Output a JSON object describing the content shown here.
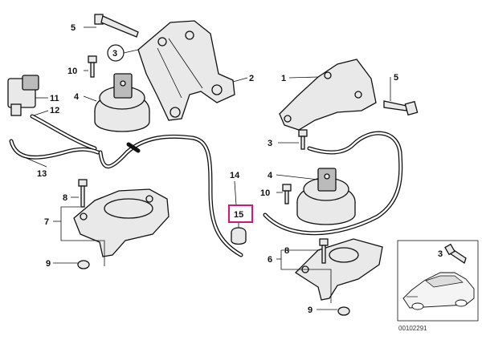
{
  "callouts": [
    {
      "id": "c1",
      "text": "1"
    },
    {
      "id": "c2",
      "text": "2"
    },
    {
      "id": "c3a",
      "text": "3"
    },
    {
      "id": "c3b",
      "text": "3"
    },
    {
      "id": "c3c",
      "text": "3"
    },
    {
      "id": "c4a",
      "text": "4"
    },
    {
      "id": "c4b",
      "text": "4"
    },
    {
      "id": "c5a",
      "text": "5"
    },
    {
      "id": "c5b",
      "text": "5"
    },
    {
      "id": "c6",
      "text": "6"
    },
    {
      "id": "c7",
      "text": "7"
    },
    {
      "id": "c8a",
      "text": "8"
    },
    {
      "id": "c8b",
      "text": "8"
    },
    {
      "id": "c9a",
      "text": "9"
    },
    {
      "id": "c9b",
      "text": "9"
    },
    {
      "id": "c10a",
      "text": "10"
    },
    {
      "id": "c10b",
      "text": "10"
    },
    {
      "id": "c11",
      "text": "11"
    },
    {
      "id": "c12",
      "text": "12"
    },
    {
      "id": "c13",
      "text": "13"
    },
    {
      "id": "c14",
      "text": "14"
    },
    {
      "id": "c15",
      "text": "15"
    }
  ],
  "highlight": {
    "part": "15",
    "color": "#d4157a"
  },
  "diagram_number": "00102291"
}
